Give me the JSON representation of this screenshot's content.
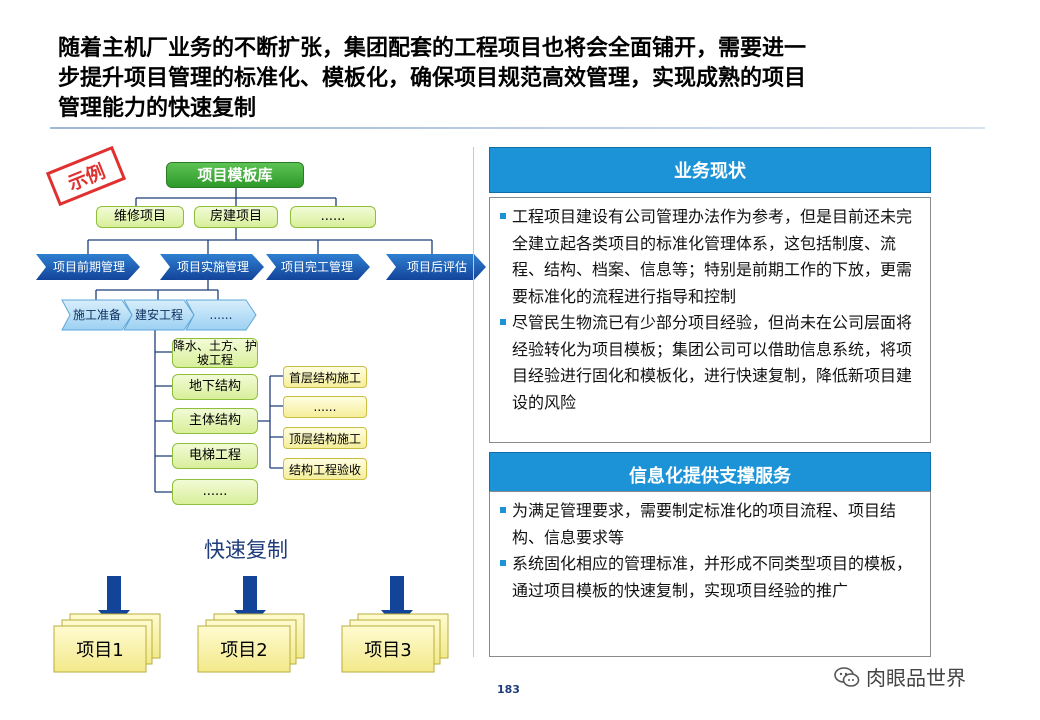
{
  "title": "随着主机厂业务的不断扩张，集团配套的工程项目也将会全面铺开，需要进一步提升项目管理的标准化、模板化，确保项目规范高效管理，实现成熟的项目管理能力的快速复制",
  "stamp": "示例",
  "diagram": {
    "root": "项目模板库",
    "categories": [
      "维修项目",
      "房建项目",
      "......"
    ],
    "phases": [
      "项目前期管理",
      "项目实施管理",
      "项目完工管理",
      "项目后评估"
    ],
    "subphases": [
      "施工准备",
      "建安工程",
      "......"
    ],
    "works": [
      "降水、土方、护坡工程",
      "地下结构",
      "主体结构",
      "电梯工程",
      "......"
    ],
    "structure_steps": [
      "首层结构施工",
      "......",
      "顶层结构施工",
      "结构工程验收"
    ],
    "fast_copy": "快速复制",
    "projects": [
      "项目1",
      "项目2",
      "项目3"
    ]
  },
  "panel1": {
    "heading": "业务现状",
    "bullets": [
      "工程项目建设有公司管理办法作为参考，但是目前还未完全建立起各类项目的标准化管理体系，这包括制度、流程、结构、档案、信息等；特别是前期工作的下放，更需要标准化的流程进行指导和控制",
      "尽管民生物流已有少部分项目经验，但尚未在公司层面将经验转化为项目模板；集团公司可以借助信息系统，将项目经验进行固化和模板化，进行快速复制，降低新项目建设的风险"
    ]
  },
  "panel2": {
    "heading": "信息化提供支撑服务",
    "bullets": [
      "为满足管理要求，需要制定标准化的项目流程、项目结构、信息要求等",
      "系统固化相应的管理标准，并形成不同类型项目的模板，通过项目模板的快速复制，实现项目经验的推广"
    ]
  },
  "page_number": "183",
  "watermark": "肉眼品世界",
  "colors": {
    "accent_blue": "#1b93d6",
    "green": "#2e9a2a",
    "navy": "#1f3d7a",
    "stamp_red": "#e03030"
  }
}
